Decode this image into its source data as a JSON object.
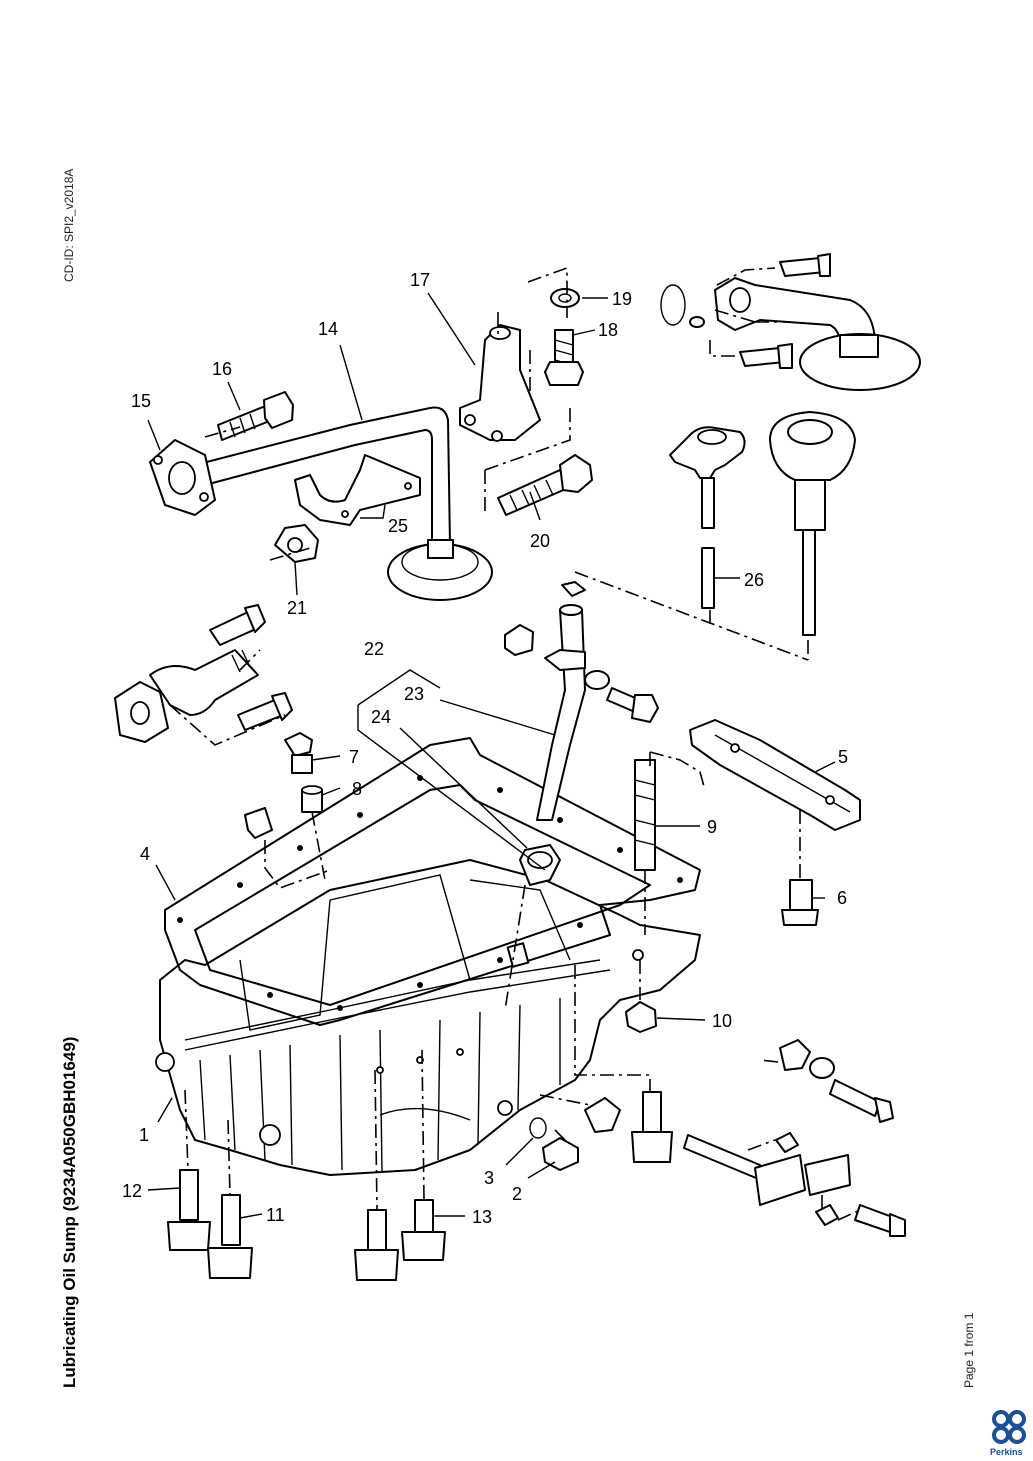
{
  "header": {
    "cd_id": "CD-ID: SPI2_v2018A"
  },
  "title": "Lubricating Oil Sump (9234A050GBH01649)",
  "footer": {
    "page": "Page 1 from 1",
    "brand": "Perkins"
  },
  "diagram": {
    "callouts": [
      "1",
      "2",
      "3",
      "4",
      "5",
      "6",
      "7",
      "8",
      "9",
      "10",
      "11",
      "12",
      "13",
      "14",
      "15",
      "16",
      "17",
      "18",
      "19",
      "20",
      "21",
      "22",
      "23",
      "24",
      "25",
      "26"
    ]
  }
}
